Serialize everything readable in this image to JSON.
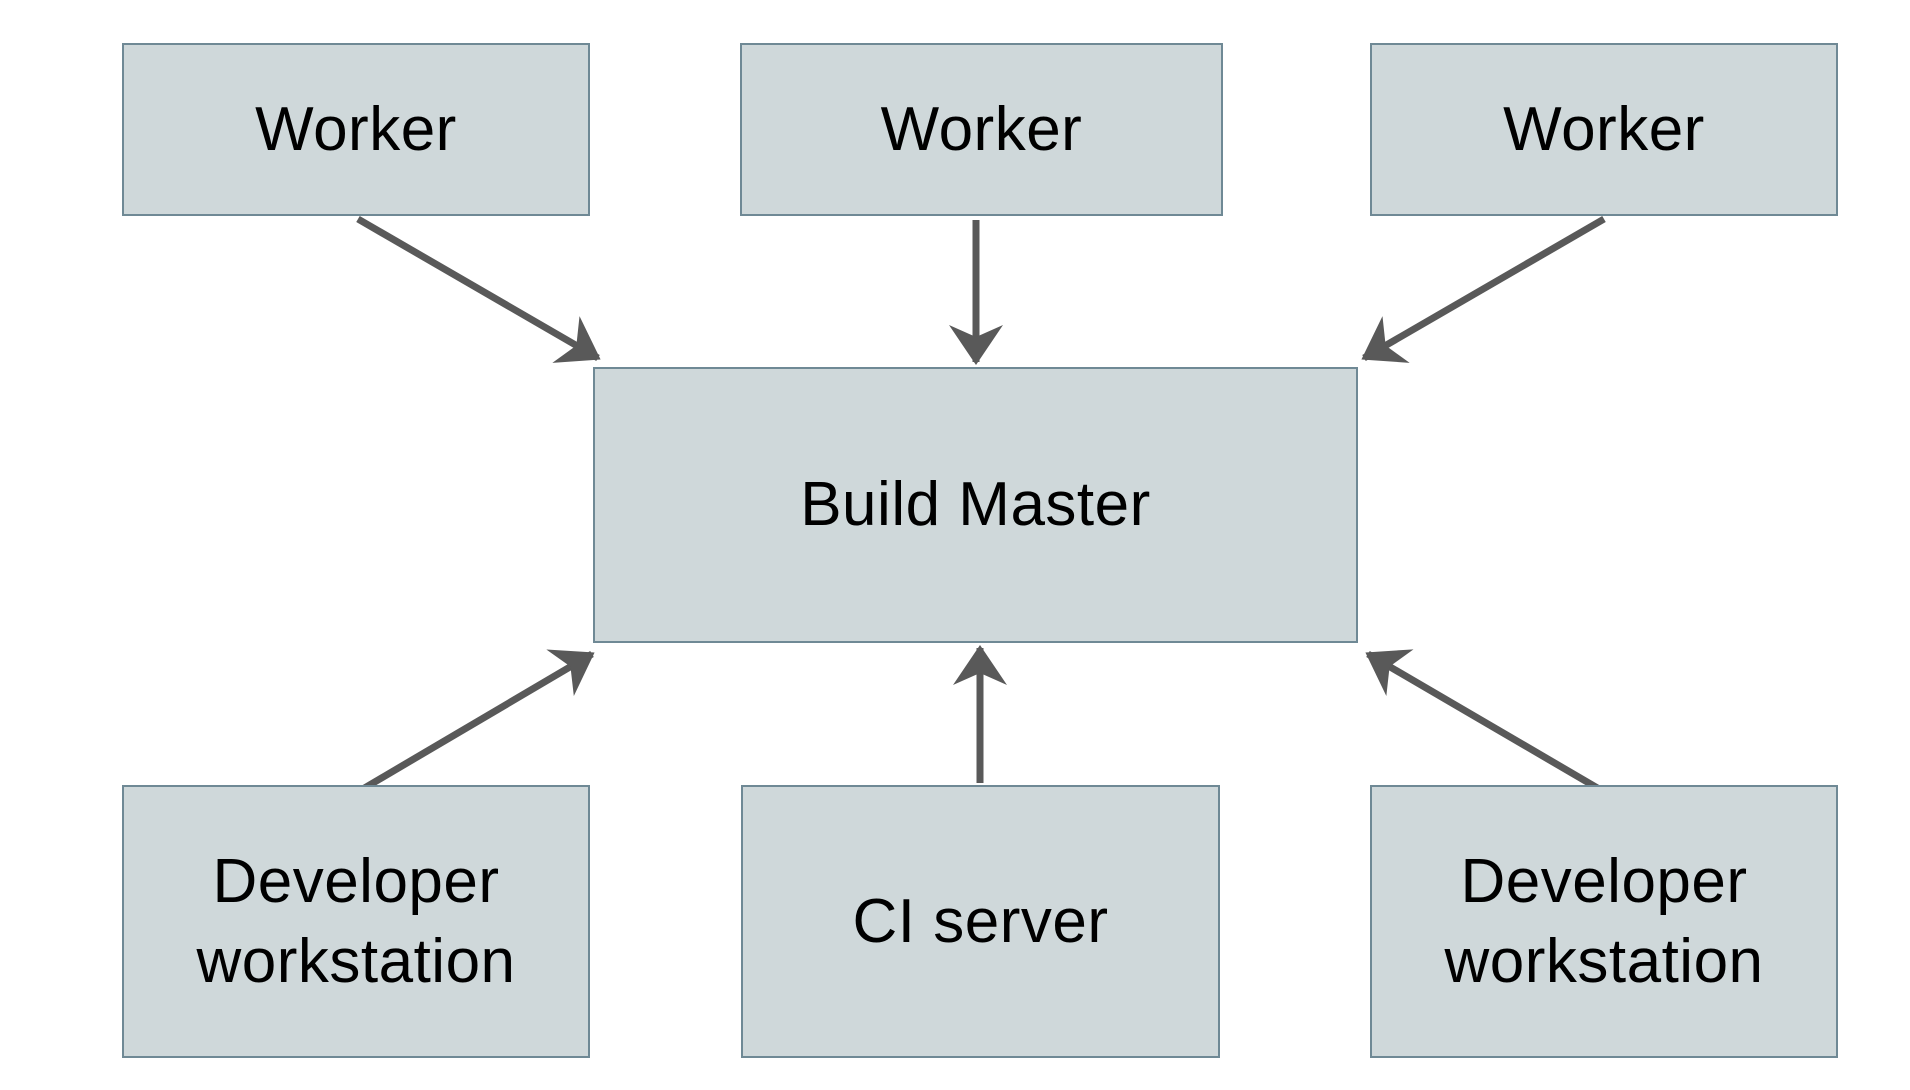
{
  "diagram": {
    "colors": {
      "background": "#ffffff",
      "node_fill": "#cfd8da",
      "node_border": "#6f8995",
      "arrow": "#595959",
      "text": "#000000"
    },
    "nodes": [
      {
        "id": "worker-1",
        "label": "Worker"
      },
      {
        "id": "worker-2",
        "label": "Worker"
      },
      {
        "id": "worker-3",
        "label": "Worker"
      },
      {
        "id": "build-master",
        "label": "Build Master"
      },
      {
        "id": "developer-workstation-1",
        "label": "Developer workstation"
      },
      {
        "id": "ci-server",
        "label": "CI server"
      },
      {
        "id": "developer-workstation-2",
        "label": "Developer workstation"
      }
    ],
    "edges": [
      {
        "from": "worker-1",
        "to": "build-master"
      },
      {
        "from": "worker-2",
        "to": "build-master"
      },
      {
        "from": "worker-3",
        "to": "build-master"
      },
      {
        "from": "developer-workstation-1",
        "to": "build-master"
      },
      {
        "from": "ci-server",
        "to": "build-master"
      },
      {
        "from": "developer-workstation-2",
        "to": "build-master"
      }
    ]
  }
}
